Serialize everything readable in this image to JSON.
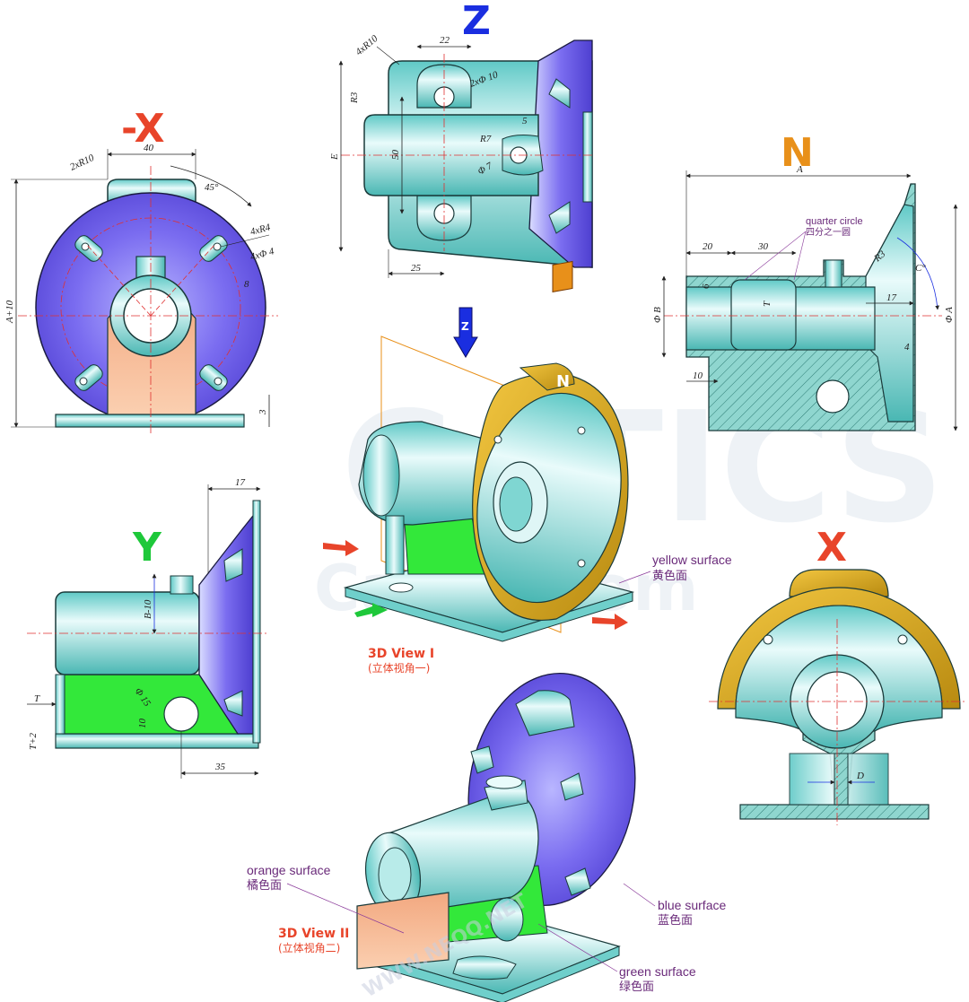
{
  "views": {
    "neg_x": {
      "title": "-X",
      "dims": {
        "d40": "40",
        "d2xr10": "2xR10",
        "d45": "45°",
        "d4xr4": "4xR4",
        "d4xphi4": "4xΦ 4",
        "d8": "8",
        "a10": "A+10",
        "d3": "3"
      }
    },
    "z": {
      "title": "Z",
      "dims": {
        "d4xr10": "4xR10",
        "d22": "22",
        "d2xphi10": "2xΦ 10",
        "r3": "R3",
        "e": "E",
        "d50": "50",
        "d5": "5",
        "r7": "R7",
        "phi7": "Φ 7",
        "d25": "25"
      }
    },
    "n": {
      "title": "N",
      "dims": {
        "a": "A",
        "d20": "20",
        "d30": "30",
        "r3": "R3",
        "c": "C°",
        "phib": "Φ B",
        "d6": "6",
        "t": "T",
        "d17": "17",
        "d10": "10",
        "d4": "4",
        "phia": "Φ A"
      },
      "quarter_en": "quarter circle",
      "quarter_cn": "四分之一圆"
    },
    "y": {
      "title": "Y",
      "dims": {
        "d17": "17",
        "b10": "B-10",
        "phi15": "Φ 15",
        "t": "T",
        "t2": "T+2",
        "d10": "10",
        "d35": "35"
      }
    },
    "x": {
      "title": "X",
      "dims": {
        "d": "D"
      }
    }
  },
  "labels": {
    "yellow_en": "yellow surface",
    "yellow_cn": "黄色面",
    "view1_en": "3D View I",
    "view1_cn": "(立体视角一)",
    "orange_en": "orange surface",
    "orange_cn": "橘色面",
    "view2_en": "3D View II",
    "view2_cn": "(立体视角二)",
    "blue_en": "blue surface",
    "blue_cn": "蓝色面",
    "green_en": "green surface",
    "green_cn": "绿色面"
  },
  "axis_marks": {
    "z": "Z",
    "n": "N"
  },
  "watermark": {
    "main": "CATICS",
    "sub": "Catics.com",
    "net": "WWW.NEQQ.NET"
  },
  "colors": {
    "blue": "#6f5fe0",
    "cyan": "#8fe3e0",
    "orange": "#f5b38a",
    "green": "#33e83a",
    "yellow": "#e0b020",
    "title_red": "#e8442a",
    "title_blue": "#1a2ee0",
    "title_orange": "#e8901a",
    "title_green": "#1ec83a"
  }
}
